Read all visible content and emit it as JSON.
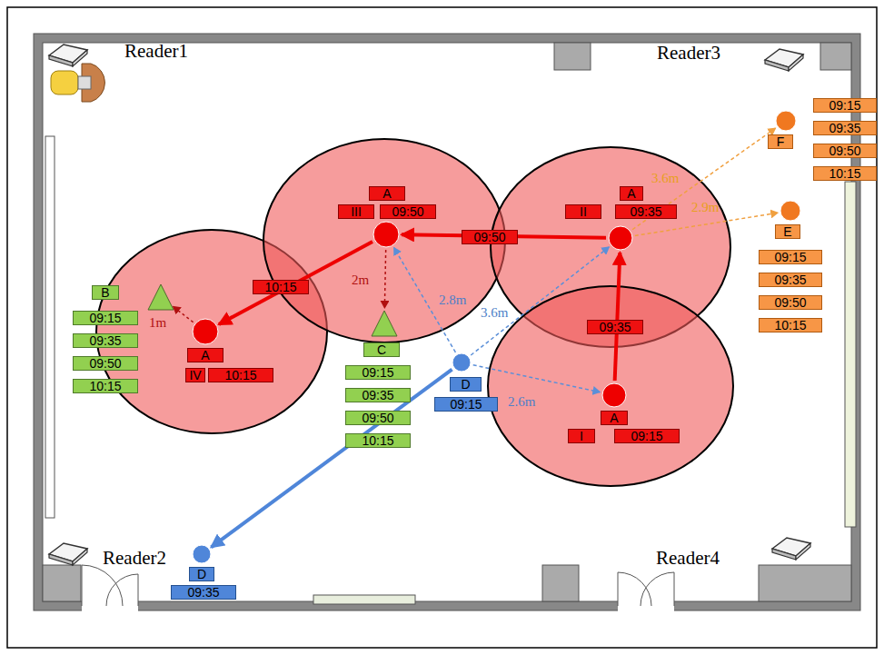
{
  "diagram": {
    "nodes": [
      {
        "text": [
          "Reader1"
        ]
      },
      {
        "text": [
          "Reader2"
        ]
      },
      {
        "text": [
          "Reader3"
        ]
      },
      {
        "text": [
          "Reader4"
        ]
      },
      {
        "text": [
          "A",
          "I",
          "09:15"
        ]
      },
      {
        "text": [
          "A",
          "II",
          "09:35"
        ]
      },
      {
        "text": [
          "A",
          "III",
          "09:50"
        ]
      },
      {
        "text": [
          "A",
          "IV",
          "10:15"
        ]
      },
      {
        "text": [
          "B",
          "09:15",
          "09:35",
          "09:50",
          "10:15"
        ]
      },
      {
        "text": [
          "C",
          "09:15",
          "09:35",
          "09:50",
          "10:15"
        ]
      },
      {
        "text": [
          "D",
          "09:15"
        ]
      },
      {
        "text": [
          "D",
          "09:35"
        ]
      },
      {
        "text": [
          "E",
          "09:15",
          "09:35",
          "09:50",
          "10:15"
        ]
      },
      {
        "text": [
          "F",
          "09:15",
          "09:35",
          "09:50",
          "10:15"
        ]
      }
    ],
    "edges": [
      {
        "from": 4,
        "to": 5,
        "arrow": "to",
        "label": "09:35"
      },
      {
        "from": 5,
        "to": 6,
        "arrow": "to",
        "label": "09:50"
      },
      {
        "from": 6,
        "to": 7,
        "arrow": "to",
        "label": "10:15"
      },
      {
        "from": 10,
        "to": 11,
        "arrow": "to"
      },
      {
        "from": 10,
        "to": 4,
        "arrow": "to",
        "label": "2.6m"
      },
      {
        "from": 10,
        "to": 6,
        "arrow": "to",
        "label": "2.8m"
      },
      {
        "from": 10,
        "to": 5,
        "arrow": "to",
        "label": "3.6m"
      },
      {
        "from": 5,
        "to": 13,
        "arrow": "to",
        "label": "3.6m"
      },
      {
        "from": 5,
        "to": 12,
        "arrow": "to",
        "label": "2.9m"
      },
      {
        "from": 6,
        "to": 9,
        "arrow": "to",
        "label": "2m"
      },
      {
        "from": 7,
        "to": 8,
        "arrow": "to",
        "label": "1m"
      }
    ]
  }
}
